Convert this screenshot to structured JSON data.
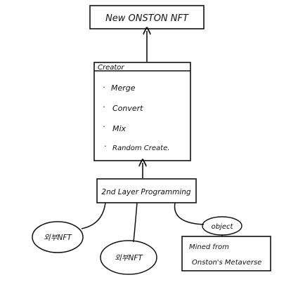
{
  "nodes": {
    "new_nft": "New ONSTON NFT",
    "creator": {
      "title": "Creator",
      "items": [
        "Merge",
        "Convert",
        "Mix",
        "Random Create."
      ]
    },
    "layer2": "2nd Layer Programming",
    "external_nft_1": "외부NFT",
    "external_nft_2": "외부NFT",
    "object": "object",
    "mined": {
      "line1": "Mined from",
      "line2": "Onston's Metaverse"
    }
  }
}
